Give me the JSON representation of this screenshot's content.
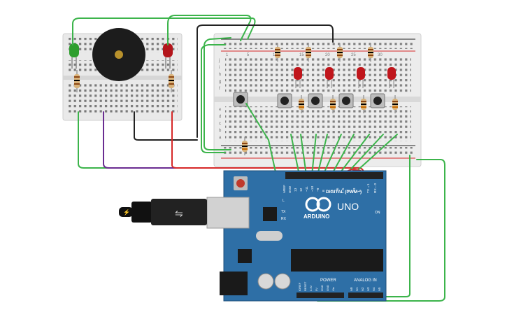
{
  "board": {
    "brand": "ARDUINO",
    "model": "UNO",
    "digital_label": "DIGITAL (PWM~)",
    "power_label": "POWER",
    "analog_label": "ANALOG IN",
    "on_label": "ON",
    "l_label": "L",
    "tx_label": "TX",
    "rx_label": "RX",
    "aref_label": "AREF",
    "gnd_label": "GND",
    "digital_pins": [
      "13",
      "12",
      "~11",
      "~10",
      "~9",
      "8",
      "7",
      "~6",
      "~5",
      "4",
      "~3",
      "2",
      "TX→1",
      "RX←0"
    ],
    "power_pins": [
      "IOREF",
      "RESET",
      "3.3V",
      "5V",
      "GND",
      "GND",
      "Vin"
    ],
    "analog_pins": [
      "A0",
      "A1",
      "A2",
      "A3",
      "A4",
      "A5"
    ]
  },
  "breadboard": {
    "row_letters_top": [
      "j",
      "i",
      "h",
      "g",
      "f"
    ],
    "row_letters_bottom": [
      "e",
      "d",
      "c",
      "b",
      "a"
    ],
    "column_numbers": [
      "1",
      "5",
      "10",
      "15",
      "20",
      "25",
      "30"
    ]
  },
  "colors": {
    "wire_green": "#3cb44b",
    "wire_black": "#222222",
    "wire_red": "#d62828",
    "wire_purple": "#6a2c91",
    "led_red": "#c0151b",
    "led_green": "#2e9e2e",
    "board_blue": "#2e6fa6"
  }
}
